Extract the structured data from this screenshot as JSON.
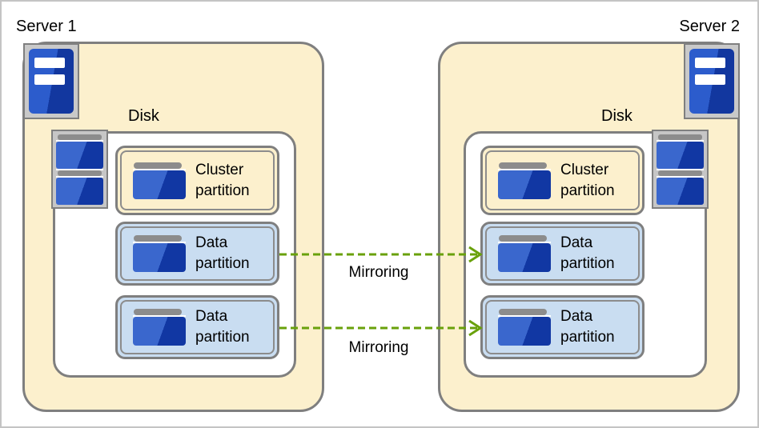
{
  "servers": [
    {
      "name": "Server 1",
      "disk": {
        "label": "Disk",
        "partitions": [
          {
            "label": "Cluster partition",
            "kind": "cluster"
          },
          {
            "label": "Data partition",
            "kind": "data"
          },
          {
            "label": "Data partition",
            "kind": "data"
          }
        ]
      }
    },
    {
      "name": "Server 2",
      "disk": {
        "label": "Disk",
        "partitions": [
          {
            "label": "Cluster partition",
            "kind": "cluster"
          },
          {
            "label": "Data partition",
            "kind": "data"
          },
          {
            "label": "Data partition",
            "kind": "data"
          }
        ]
      }
    }
  ],
  "arrows": [
    {
      "label": "Mirroring"
    },
    {
      "label": "Mirroring"
    }
  ],
  "colors": {
    "server_fill": "#FCF0CD",
    "cluster_partition_fill": "#FCF0CD",
    "data_partition_fill": "#C9DDF1",
    "border_gray": "#7F7F7F",
    "icon_frame_gray": "#C6C6C6",
    "icon_blue_light": "#3A67CD",
    "icon_blue_dark": "#1137A3",
    "arrow_green": "#69A10B"
  }
}
